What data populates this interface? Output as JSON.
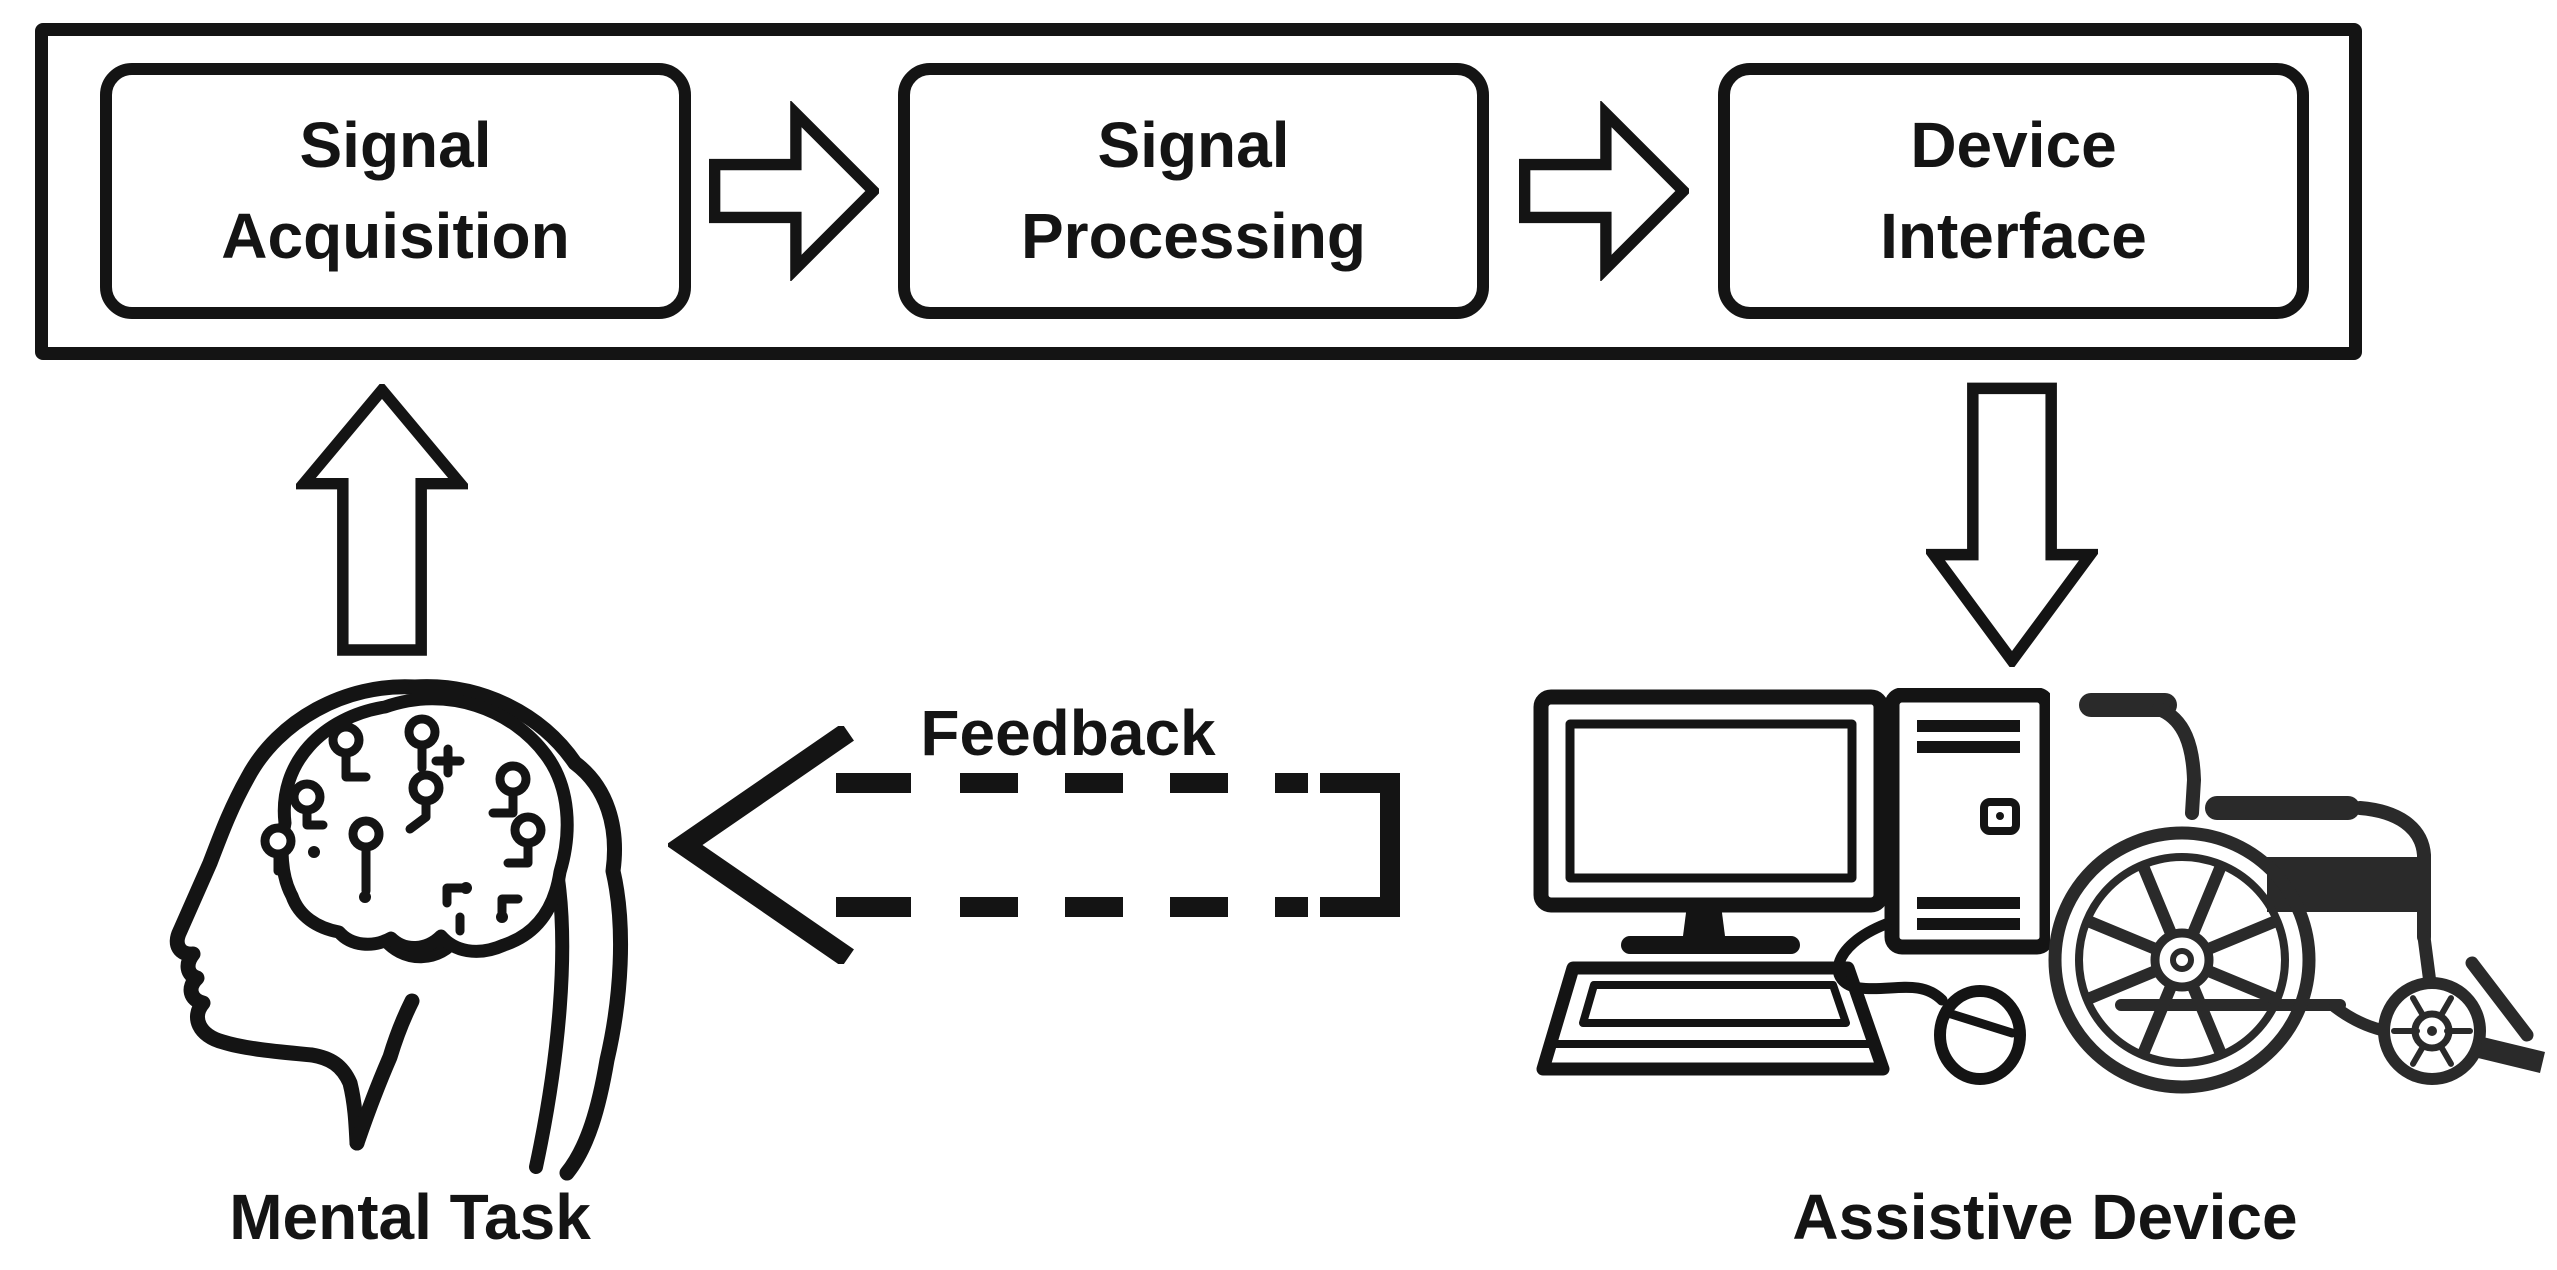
{
  "diagram": {
    "pipeline_stages": [
      {
        "line1": "Signal",
        "line2": "Acquisition"
      },
      {
        "line1": "Signal",
        "line2": "Processing"
      },
      {
        "line1": "Device",
        "line2": "Interface"
      }
    ],
    "labels": {
      "feedback": "Feedback",
      "mental_task": "Mental Task",
      "assistive_device": "Assistive Device"
    },
    "colors": {
      "ink": "#141414",
      "background": "#ffffff"
    },
    "icons": {
      "flow_arrow_1": "block-arrow-right",
      "flow_arrow_2": "block-arrow-right",
      "input_arrow": "block-arrow-up",
      "output_arrow": "block-arrow-down",
      "feedback_arrow": "dashed-block-arrow-left",
      "mental_task_icon": "head-with-circuit-brain",
      "assistive_device_icons": [
        "desktop-computer",
        "wheelchair"
      ]
    }
  }
}
